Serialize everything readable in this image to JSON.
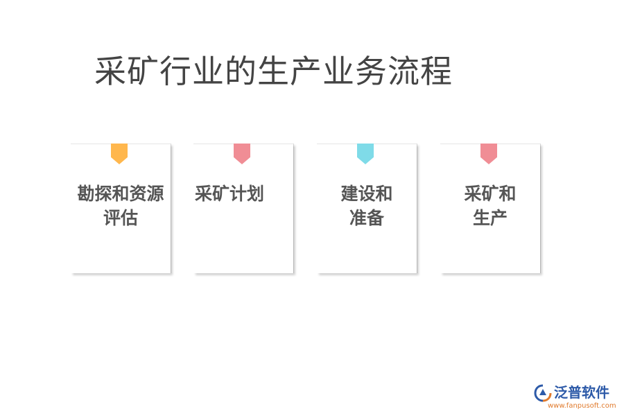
{
  "title": "采矿行业的生产业务流程",
  "steps": [
    {
      "label": "勘探和资源\n评估",
      "tag_color": "#ffb74d"
    },
    {
      "label": "采矿计划",
      "tag_color": "#f08d95"
    },
    {
      "label": "建设和\n准备",
      "tag_color": "#7fdbe8"
    },
    {
      "label": "采矿和\n生产",
      "tag_color": "#f08d95"
    }
  ],
  "logo": {
    "brand": "泛普软件",
    "url": "www.fanpusoft.com",
    "colors": {
      "primary": "#2d5aa8",
      "accent": "#e07a2c"
    }
  }
}
